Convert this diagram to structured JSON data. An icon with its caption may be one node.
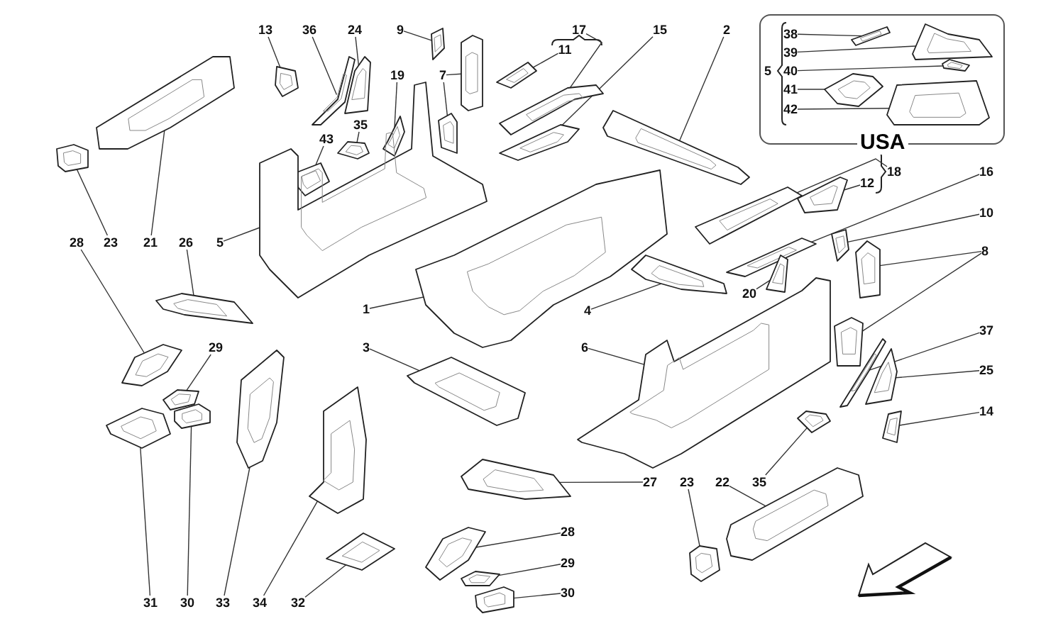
{
  "diagram": {
    "nodes": [
      {
        "text": [
          "USA"
        ]
      },
      {
        "text": [
          "38"
        ],
        "in": 0
      },
      {
        "text": [
          "39"
        ],
        "in": 0
      },
      {
        "text": [
          "40"
        ],
        "in": 0
      },
      {
        "text": [
          "41"
        ],
        "in": 0
      },
      {
        "text": [
          "42"
        ],
        "in": 0
      },
      {
        "text": [],
        "shape": "picture",
        "in": 0
      },
      {
        "text": [],
        "shape": "picture",
        "in": 0
      },
      {
        "text": [],
        "shape": "picture",
        "in": 0
      },
      {
        "text": [],
        "shape": "picture",
        "in": 0
      },
      {
        "text": [],
        "shape": "picture",
        "in": 0
      },
      {
        "text": [
          "13"
        ]
      },
      {
        "text": [
          "36"
        ]
      },
      {
        "text": [
          "24"
        ]
      },
      {
        "text": [
          "9"
        ]
      },
      {
        "text": [
          "17"
        ]
      },
      {
        "text": [
          "15"
        ]
      },
      {
        "text": [
          "2"
        ]
      },
      {
        "text": [
          "11"
        ]
      },
      {
        "text": [
          "19"
        ]
      },
      {
        "text": [
          "7"
        ]
      },
      {
        "text": [
          "35"
        ]
      },
      {
        "text": [
          "43"
        ]
      },
      {
        "text": [
          "18"
        ]
      },
      {
        "text": [
          "12"
        ]
      },
      {
        "text": [
          "16"
        ]
      },
      {
        "text": [
          "10"
        ]
      },
      {
        "text": [
          "8"
        ]
      },
      {
        "text": [
          "5"
        ]
      },
      {
        "text": [
          "28"
        ]
      },
      {
        "text": [
          "23"
        ]
      },
      {
        "text": [
          "21"
        ]
      },
      {
        "text": [
          "26"
        ]
      },
      {
        "text": [
          "1"
        ]
      },
      {
        "text": [
          "4"
        ]
      },
      {
        "text": [
          "20"
        ]
      },
      {
        "text": [
          "3"
        ]
      },
      {
        "text": [
          "6"
        ]
      },
      {
        "text": [
          "29"
        ]
      },
      {
        "text": [
          "37"
        ]
      },
      {
        "text": [
          "25"
        ]
      },
      {
        "text": [
          "14"
        ]
      },
      {
        "text": [
          "27"
        ]
      },
      {
        "text": [
          "23"
        ]
      },
      {
        "text": [
          "22"
        ]
      },
      {
        "text": [
          "35"
        ]
      },
      {
        "text": [
          "28"
        ]
      },
      {
        "text": [
          "29"
        ]
      },
      {
        "text": [
          "30"
        ]
      },
      {
        "text": [
          "31"
        ]
      },
      {
        "text": [
          "30"
        ]
      },
      {
        "text": [
          "33"
        ]
      },
      {
        "text": [
          "34"
        ]
      },
      {
        "text": [
          "32"
        ]
      },
      {
        "text": [],
        "shape": "picture"
      },
      {
        "text": [],
        "shape": "picture"
      },
      {
        "text": [],
        "shape": "picture"
      },
      {
        "text": [],
        "shape": "picture"
      },
      {
        "text": [],
        "shape": "picture"
      },
      {
        "text": [],
        "shape": "picture"
      },
      {
        "text": [],
        "shape": "picture"
      },
      {
        "text": [],
        "shape": "picture"
      },
      {
        "text": [],
        "shape": "picture"
      },
      {
        "text": [],
        "shape": "picture"
      },
      {
        "text": [],
        "shape": "picture"
      },
      {
        "text": [],
        "shape": "picture"
      },
      {
        "text": [],
        "shape": "picture"
      },
      {
        "text": [],
        "shape": "picture"
      },
      {
        "text": [],
        "shape": "picture"
      },
      {
        "text": [],
        "shape": "picture"
      },
      {
        "text": [],
        "shape": "picture"
      },
      {
        "text": [],
        "shape": "picture"
      },
      {
        "text": [],
        "shape": "picture"
      },
      {
        "text": [],
        "shape": "picture"
      },
      {
        "text": [],
        "shape": "picture"
      },
      {
        "text": [],
        "shape": "picture"
      },
      {
        "text": [],
        "shape": "picture"
      },
      {
        "text": [],
        "shape": "picture"
      },
      {
        "text": [],
        "shape": "picture"
      },
      {
        "text": [],
        "shape": "picture"
      },
      {
        "text": [],
        "shape": "picture"
      },
      {
        "text": [],
        "shape": "picture"
      },
      {
        "text": [],
        "shape": "picture"
      },
      {
        "text": [],
        "shape": "picture"
      },
      {
        "text": [],
        "shape": "picture"
      },
      {
        "text": [],
        "shape": "picture"
      },
      {
        "text": [],
        "shape": "picture"
      },
      {
        "text": [],
        "shape": "picture"
      },
      {
        "text": [],
        "shape": "picture"
      },
      {
        "text": [],
        "shape": "picture"
      },
      {
        "text": [],
        "shape": "picture"
      },
      {
        "text": [],
        "shape": "picture"
      },
      {
        "text": [],
        "shape": "picture"
      },
      {
        "text": [],
        "shape": "picture"
      },
      {
        "text": [],
        "shape": "picture"
      },
      {
        "text": [],
        "shape": "picture"
      },
      {
        "text": [],
        "shape": "picture"
      },
      {
        "text": [],
        "shape": "picture"
      },
      {
        "text": [],
        "shape": "picture"
      }
    ],
    "edges": [
      {
        "from": 1,
        "to": 6,
        "arrow": "none"
      },
      {
        "from": 2,
        "to": 7,
        "arrow": "none"
      },
      {
        "from": 3,
        "to": 8,
        "arrow": "none"
      },
      {
        "from": 4,
        "to": 9,
        "arrow": "none"
      },
      {
        "from": 5,
        "to": 10,
        "arrow": "none"
      },
      {
        "from": 11,
        "to": 54,
        "arrow": "none"
      },
      {
        "from": 12,
        "to": 55,
        "arrow": "none"
      },
      {
        "from": 13,
        "to": 56,
        "arrow": "none"
      },
      {
        "from": 14,
        "to": 57,
        "arrow": "none"
      },
      {
        "from": 15,
        "to": 58,
        "arrow": "none"
      },
      {
        "from": 16,
        "to": 60,
        "arrow": "none"
      },
      {
        "from": 17,
        "to": 61,
        "arrow": "none"
      },
      {
        "from": 18,
        "to": 59,
        "arrow": "none"
      },
      {
        "from": 19,
        "to": 62,
        "arrow": "none"
      },
      {
        "from": 20,
        "to": 63,
        "arrow": "none"
      },
      {
        "from": 20,
        "to": 64,
        "arrow": "none"
      },
      {
        "from": 21,
        "to": 65,
        "arrow": "none"
      },
      {
        "from": 22,
        "to": 66,
        "arrow": "none"
      },
      {
        "from": 23,
        "to": 67,
        "arrow": "none"
      },
      {
        "from": 24,
        "to": 68,
        "arrow": "none"
      },
      {
        "from": 25,
        "to": 69,
        "arrow": "none"
      },
      {
        "from": 26,
        "to": 70,
        "arrow": "none"
      },
      {
        "from": 27,
        "to": 71,
        "arrow": "none"
      },
      {
        "from": 27,
        "to": 72,
        "arrow": "none"
      },
      {
        "from": 28,
        "to": 73,
        "arrow": "none"
      },
      {
        "from": 29,
        "to": 74,
        "arrow": "none"
      },
      {
        "from": 30,
        "to": 75,
        "arrow": "none"
      },
      {
        "from": 31,
        "to": 76,
        "arrow": "none"
      },
      {
        "from": 32,
        "to": 77,
        "arrow": "none"
      },
      {
        "from": 33,
        "to": 78,
        "arrow": "none"
      },
      {
        "from": 34,
        "to": 79,
        "arrow": "none"
      },
      {
        "from": 35,
        "to": 80,
        "arrow": "none"
      },
      {
        "from": 36,
        "to": 81,
        "arrow": "none"
      },
      {
        "from": 37,
        "to": 82,
        "arrow": "none"
      },
      {
        "from": 38,
        "to": 83,
        "arrow": "none"
      },
      {
        "from": 39,
        "to": 84,
        "arrow": "none"
      },
      {
        "from": 40,
        "to": 85,
        "arrow": "none"
      },
      {
        "from": 41,
        "to": 86,
        "arrow": "none"
      },
      {
        "from": 42,
        "to": 87,
        "arrow": "none"
      },
      {
        "from": 43,
        "to": 88,
        "arrow": "none"
      },
      {
        "from": 44,
        "to": 89,
        "arrow": "none"
      },
      {
        "from": 45,
        "to": 90,
        "arrow": "none"
      },
      {
        "from": 46,
        "to": 91,
        "arrow": "none"
      },
      {
        "from": 47,
        "to": 92,
        "arrow": "none"
      },
      {
        "from": 48,
        "to": 93,
        "arrow": "none"
      },
      {
        "from": 49,
        "to": 94,
        "arrow": "none"
      },
      {
        "from": 50,
        "to": 95,
        "arrow": "none"
      },
      {
        "from": 51,
        "to": 96,
        "arrow": "none"
      },
      {
        "from": 52,
        "to": 97,
        "arrow": "none"
      },
      {
        "from": 53,
        "to": 98,
        "arrow": "none"
      }
    ],
    "labels": [
      "5"
    ]
  }
}
